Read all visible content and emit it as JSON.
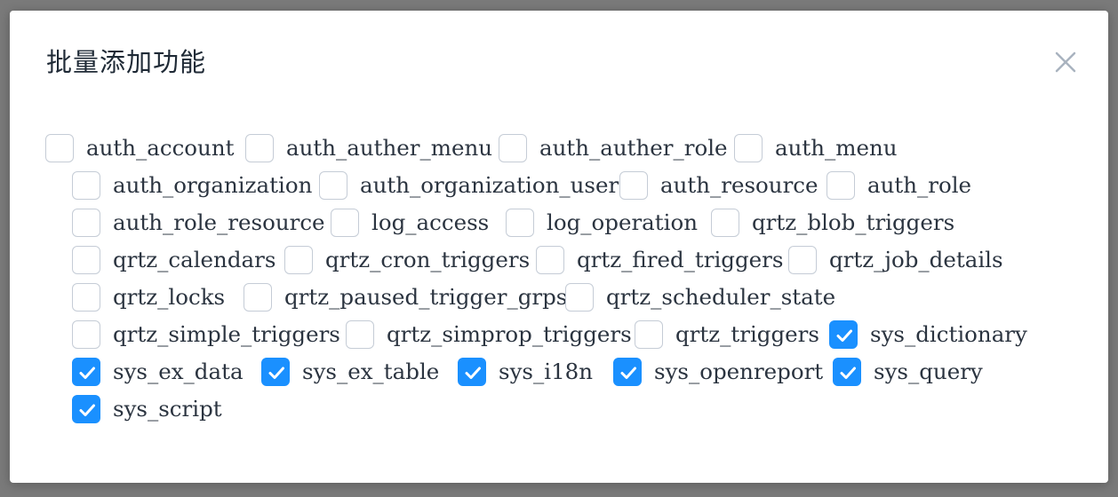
{
  "dialog": {
    "title": "批量添加功能",
    "close_icon": "close-icon",
    "accent_color": "#1a90ff"
  },
  "options": [
    {
      "label": "auth_account",
      "checked": false
    },
    {
      "label": "auth_auther_menu",
      "checked": false
    },
    {
      "label": "auth_auther_role",
      "checked": false
    },
    {
      "label": "auth_menu",
      "checked": false
    },
    {
      "label": "auth_organization",
      "checked": false
    },
    {
      "label": "auth_organization_user",
      "checked": false
    },
    {
      "label": "auth_resource",
      "checked": false
    },
    {
      "label": "auth_role",
      "checked": false
    },
    {
      "label": "auth_role_resource",
      "checked": false
    },
    {
      "label": "log_access",
      "checked": false
    },
    {
      "label": "log_operation",
      "checked": false
    },
    {
      "label": "qrtz_blob_triggers",
      "checked": false
    },
    {
      "label": "qrtz_calendars",
      "checked": false
    },
    {
      "label": "qrtz_cron_triggers",
      "checked": false
    },
    {
      "label": "qrtz_fired_triggers",
      "checked": false
    },
    {
      "label": "qrtz_job_details",
      "checked": false
    },
    {
      "label": "qrtz_locks",
      "checked": false
    },
    {
      "label": "qrtz_paused_trigger_grps",
      "checked": false
    },
    {
      "label": "qrtz_scheduler_state",
      "checked": false
    },
    {
      "label": "qrtz_simple_triggers",
      "checked": false
    },
    {
      "label": "qrtz_simprop_triggers",
      "checked": false
    },
    {
      "label": "qrtz_triggers",
      "checked": false
    },
    {
      "label": "sys_dictionary",
      "checked": true
    },
    {
      "label": "sys_ex_data",
      "checked": true
    },
    {
      "label": "sys_ex_table",
      "checked": true
    },
    {
      "label": "sys_i18n",
      "checked": true
    },
    {
      "label": "sys_openreport",
      "checked": true
    },
    {
      "label": "sys_query",
      "checked": true
    },
    {
      "label": "sys_script",
      "checked": true
    }
  ]
}
